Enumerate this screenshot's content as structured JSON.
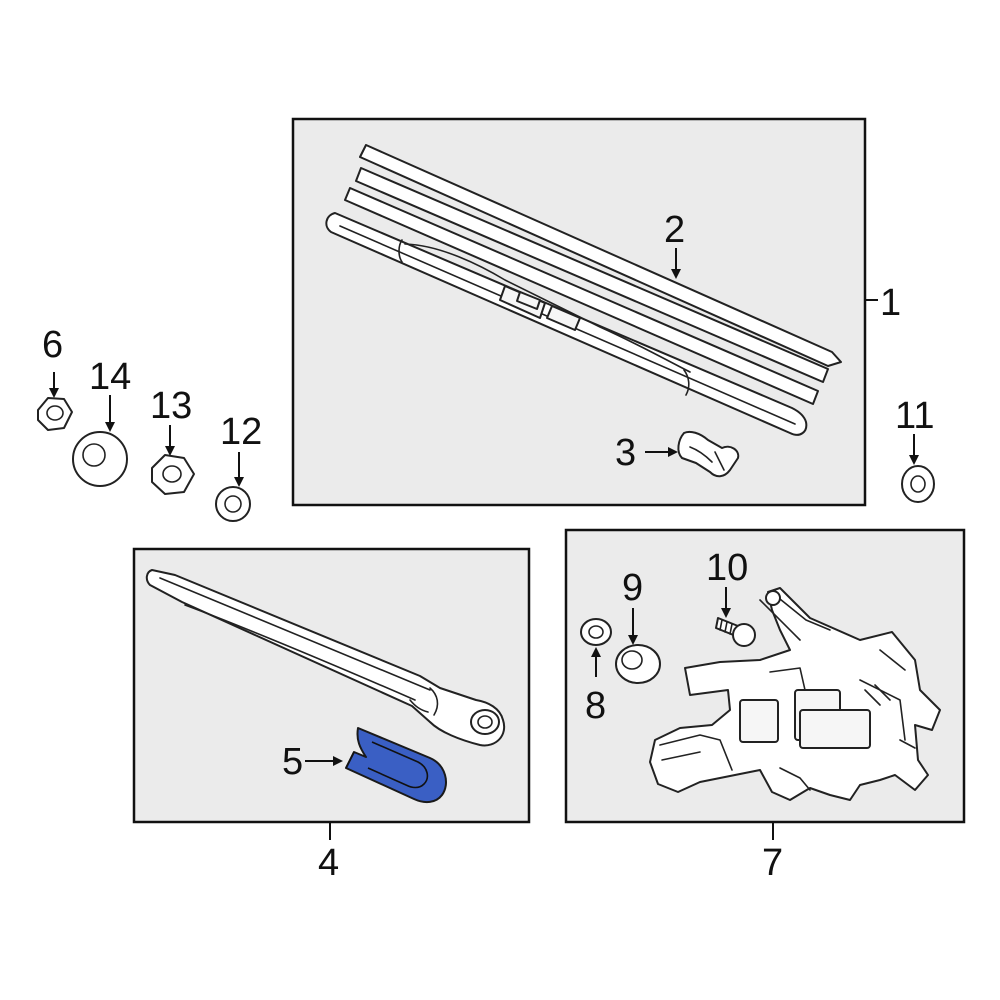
{
  "diagram": {
    "highlight_color": "#3a5fc4",
    "box_fill": "#ebebeb",
    "callouts": [
      "1",
      "2",
      "3",
      "4",
      "5",
      "6",
      "7",
      "8",
      "9",
      "10",
      "11",
      "12",
      "13",
      "14"
    ],
    "parts": [
      {
        "callout": "1",
        "depicts": "wiper blade assembly"
      },
      {
        "callout": "2",
        "depicts": "wiper blade insert"
      },
      {
        "callout": "3",
        "depicts": "blade adapter clip"
      },
      {
        "callout": "4",
        "depicts": "wiper arm"
      },
      {
        "callout": "5",
        "depicts": "wiper arm cap",
        "highlighted": true
      },
      {
        "callout": "6",
        "depicts": "hex nut"
      },
      {
        "callout": "7",
        "depicts": "wiper motor"
      },
      {
        "callout": "8",
        "depicts": "bushing"
      },
      {
        "callout": "9",
        "depicts": "grommet"
      },
      {
        "callout": "10",
        "depicts": "bolt"
      },
      {
        "callout": "11",
        "depicts": "washer"
      },
      {
        "callout": "12",
        "depicts": "washer"
      },
      {
        "callout": "13",
        "depicts": "hex nut"
      },
      {
        "callout": "14",
        "depicts": "grommet"
      }
    ]
  }
}
